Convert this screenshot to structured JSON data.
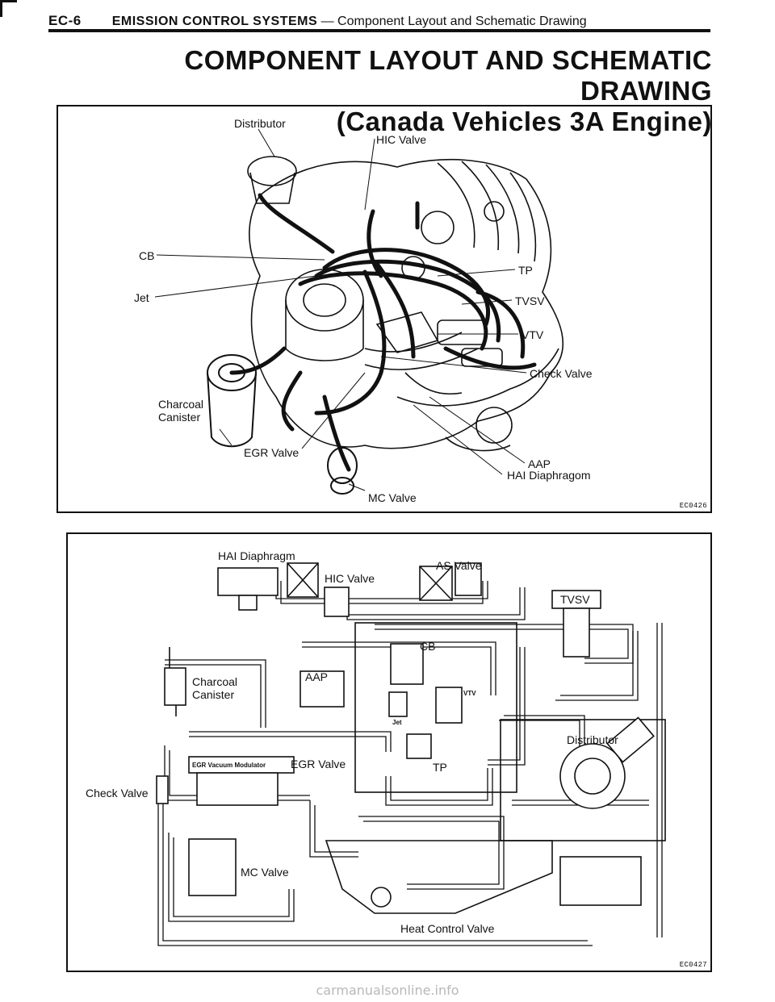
{
  "header": {
    "page_code": "EC-6",
    "section_title": "EMISSION CONTROL SYSTEMS",
    "section_subtitle": " — Component Layout and Schematic Drawing"
  },
  "title": {
    "line1": "COMPONENT LAYOUT AND SCHEMATIC DRAWING",
    "line2": "(Canada Vehicles 3A Engine)"
  },
  "layout_figure": {
    "code": "EC0426",
    "labels": {
      "distributor": "Distributor",
      "hic_valve": "HIC Valve",
      "cb": "CB",
      "jet": "Jet",
      "tp": "TP",
      "tvsv": "TVSV",
      "vtv": "VTV",
      "check_valve": "Check Valve",
      "charcoal": "Charcoal",
      "canister": "Canister",
      "aap": "AAP",
      "egr_valve": "EGR Valve",
      "hai_diaphragom": "HAI Diaphragom",
      "mc_valve": "MC Valve"
    }
  },
  "schematic_figure": {
    "code": "EC0427",
    "labels": {
      "hai_diaphragm": "HAI Diaphragm",
      "as_valve": "AS Valve",
      "hic_valve": "HIC Valve",
      "tvsv": "TVSV",
      "cb": "CB",
      "charcoal": "Charcoal",
      "canister": "Canister",
      "aap": "AAP",
      "vtv": "VTV",
      "jet": "Jet",
      "distributor": "Distributor",
      "egr_vacuum_modulator": "EGR Vacuum Modulator",
      "egr_valve": "EGR Valve",
      "tp": "TP",
      "check_valve": "Check Valve",
      "mc_valve": "MC Valve",
      "heat_control_valve": "Heat Control Valve"
    }
  },
  "footer": {
    "watermark": "carmanualsonline.info"
  }
}
